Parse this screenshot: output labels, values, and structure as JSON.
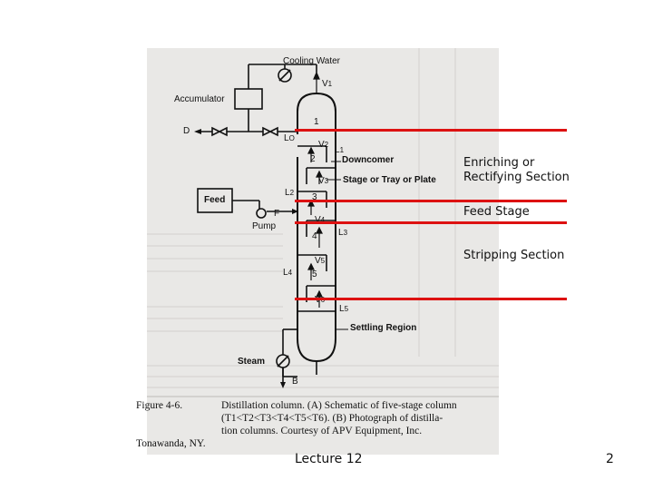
{
  "diagram": {
    "labels": {
      "cooling_water": "Cooling Water",
      "accumulator": "Accumulator",
      "d": "D",
      "lo": "L",
      "lo_sub": "O",
      "v1": "V",
      "v1_sub": "1",
      "stage1": "1",
      "v2": "V",
      "v2_sub": "2",
      "l1": "L",
      "l1_sub": "1",
      "stage2": "2",
      "downcomer": "Downcomer",
      "v3": "V",
      "v3_sub": "3",
      "stage_tray_plate": "Stage or Tray or Plate",
      "l2": "L",
      "l2_sub": "2",
      "stage3": "3",
      "feed": "Feed",
      "f": "F",
      "pump": "Pump",
      "v4": "V",
      "v4_sub": "4",
      "stage4": "4",
      "l3": "L",
      "l3_sub": "3",
      "v5": "V",
      "v5_sub": "5",
      "l4": "L",
      "l4_sub": "4",
      "stage5": "5",
      "v6": "V",
      "v6_sub": "6",
      "l5": "L",
      "l5_sub": "5",
      "settling_region": "Settling Region",
      "steam": "Steam",
      "b": "B"
    },
    "caption": {
      "figure": "Figure 4-6.",
      "line1": "Distillation column. (A) Schematic of five-stage column",
      "line2": "(T1<T2<T3<T4<T5<T6). (B) Photograph of distilla-",
      "line3": "tion columns. Courtesy of APV Equipment, Inc.",
      "line4": "Tonawanda, NY."
    }
  },
  "annotations": {
    "enriching_line1": "Enriching or",
    "enriching_line2": "Rectifying Section",
    "feed_stage": "Feed Stage",
    "stripping": "Stripping Section",
    "line_color": "#dd1111"
  },
  "footer": {
    "lecture": "Lecture 12",
    "page_number": "2"
  }
}
